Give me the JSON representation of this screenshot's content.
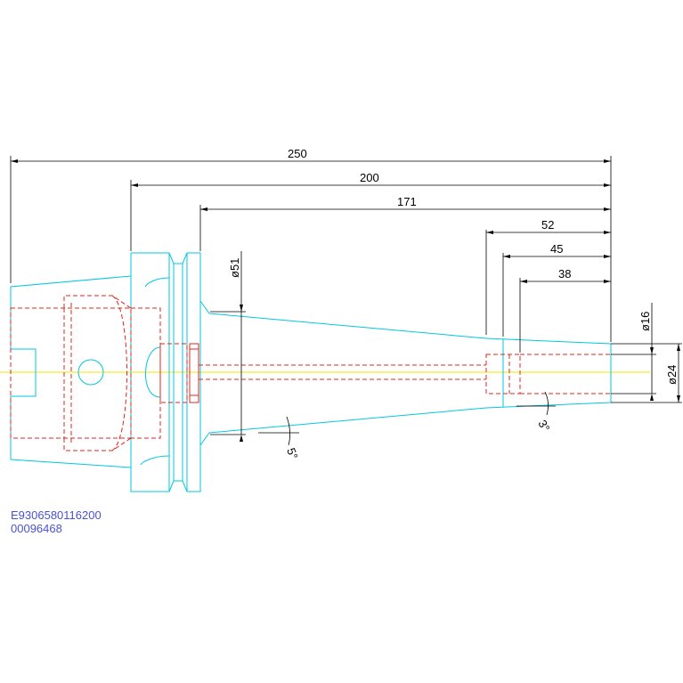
{
  "drawing": {
    "colors": {
      "outline": "#00c8e0",
      "hidden_lines": "#e0241c",
      "centerline": "#f2e600",
      "dimensions": "#000000",
      "code_text": "#4a52d4",
      "background": "#ffffff"
    },
    "dimensions": {
      "overall_length": "250",
      "length_from_flange": "200",
      "length_from_face": "171",
      "tip_52": "52",
      "tip_45": "45",
      "tip_38": "38",
      "diameter_51": "ø51",
      "diameter_16": "ø16",
      "diameter_24": "ø24",
      "angle_5": "5°",
      "angle_3": "3°"
    },
    "codes": {
      "part_number": "E9306580116200",
      "sequence": "00096468"
    }
  }
}
